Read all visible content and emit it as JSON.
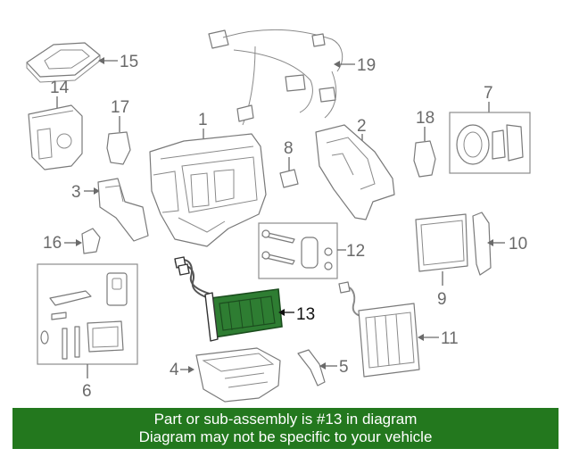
{
  "diagram": {
    "highlight_color": "#2e7d32",
    "callouts": {
      "c1": "1",
      "c2": "2",
      "c3": "3",
      "c4": "4",
      "c5": "5",
      "c6": "6",
      "c7": "7",
      "c8": "8",
      "c9": "9",
      "c10": "10",
      "c11": "11",
      "c12": "12",
      "c13": "13",
      "c14": "14",
      "c15": "15",
      "c16": "16",
      "c17": "17",
      "c18": "18",
      "c19": "19"
    }
  },
  "banner": {
    "background": "#23781e",
    "line1": "Part or sub-assembly is #13 in diagram",
    "line2": "Diagram may not be specific to your vehicle"
  }
}
